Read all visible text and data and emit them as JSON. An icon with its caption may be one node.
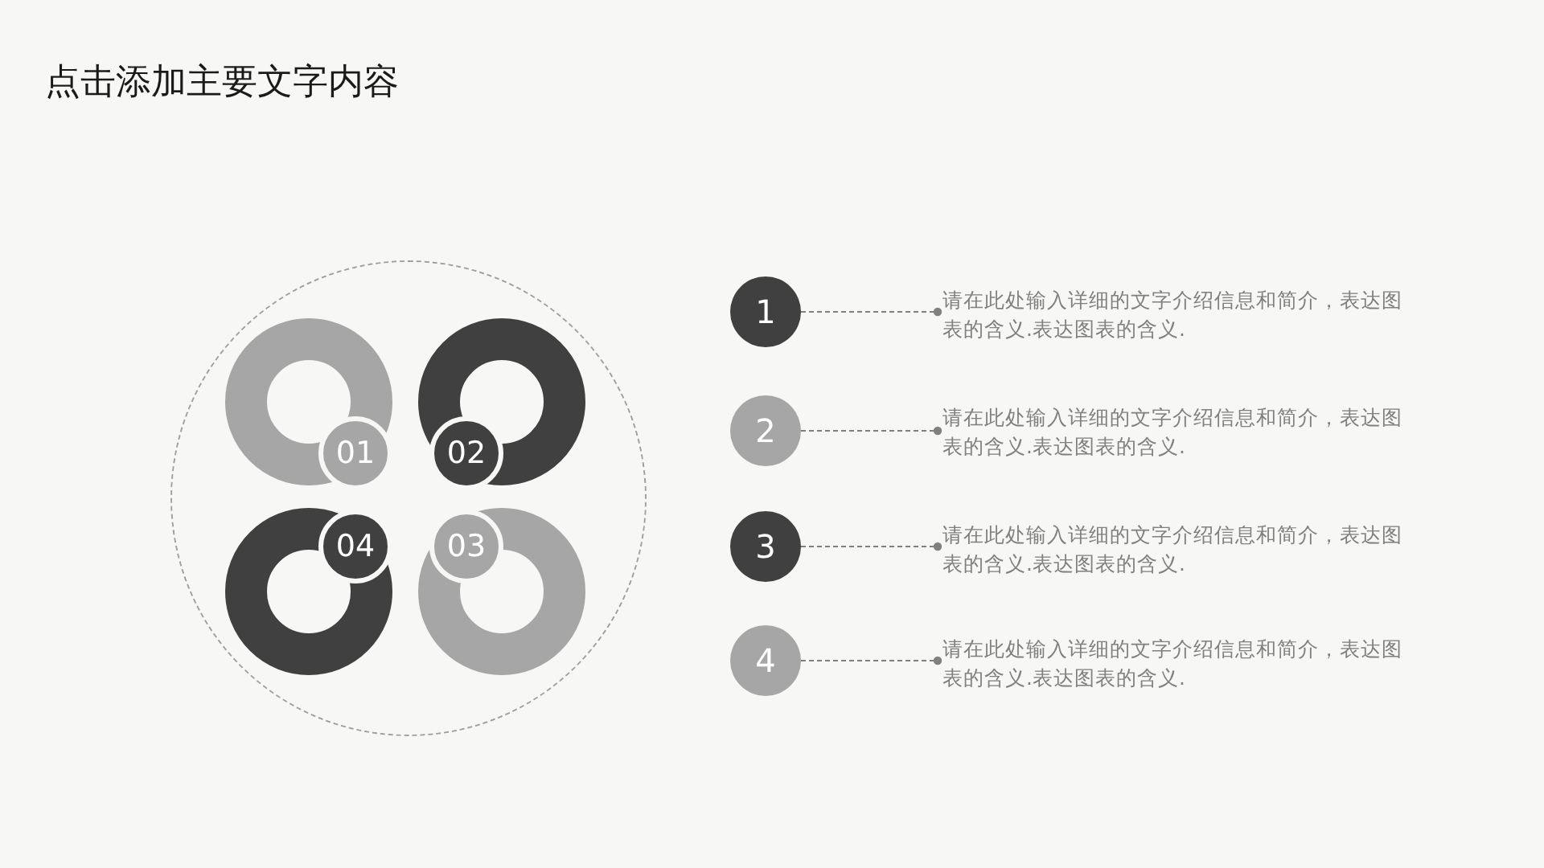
{
  "diagram": {
    "title": "点击添加主要文字内容",
    "nodes": [
      {
        "text": [],
        "shape": "circle"
      },
      {
        "text": [
          "01"
        ],
        "in": 0
      },
      {
        "text": [
          "02"
        ],
        "in": 0
      },
      {
        "text": [
          "04"
        ],
        "in": 0
      },
      {
        "text": [
          "03"
        ],
        "in": 0
      },
      {
        "text": [
          "1"
        ]
      },
      {
        "text": [
          "请在此处输入详细的文字介绍信息和简介，表达图表的含义.表达图表的含义."
        ]
      },
      {
        "text": [
          "2"
        ]
      },
      {
        "text": [
          "请在此处输入详细的文字介绍信息和简介，表达图表的含义.表达图表的含义."
        ]
      },
      {
        "text": [
          "3"
        ]
      },
      {
        "text": [
          "请在此处输入详细的文字介绍信息和简介，表达图表的含义.表达图表的含义."
        ]
      },
      {
        "text": [
          "4"
        ]
      },
      {
        "text": [
          "请在此处输入详细的文字介绍信息和简介，表达图表的含义.表达图表的含义."
        ]
      }
    ],
    "edges": [
      {
        "from": 5,
        "to": 6,
        "arrow": "other",
        "style": "dashed"
      },
      {
        "from": 7,
        "to": 8,
        "arrow": "other",
        "style": "dashed"
      },
      {
        "from": 9,
        "to": 10,
        "arrow": "other",
        "style": "dashed"
      },
      {
        "from": 11,
        "to": 12,
        "arrow": "other",
        "style": "dashed"
      }
    ]
  }
}
